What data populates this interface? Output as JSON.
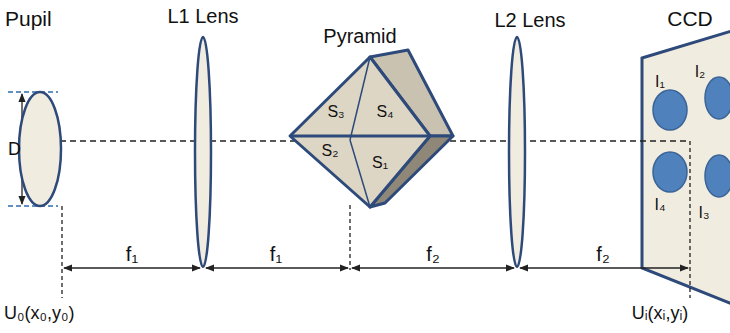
{
  "diagram": {
    "labels": [
      "Pupil",
      "L1 Lens",
      "Pyramid",
      "L2 Lens",
      "CCD",
      "D",
      "S₃",
      "S₄",
      "S₂",
      "S₁",
      "I₁",
      "I₂",
      "I₄",
      "I₃",
      "f₁",
      "f₁",
      "f₂",
      "f₂",
      "U₀(x₀,y₀)",
      "Uᵢ(xᵢ,yᵢ)"
    ]
  }
}
